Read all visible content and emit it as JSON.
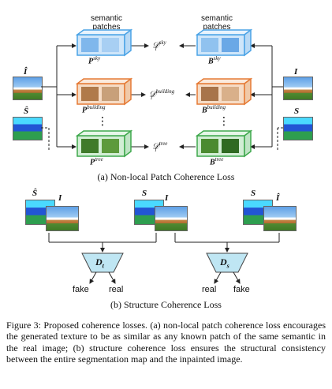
{
  "top": {
    "semantic_patches_left": "semantic\npatches",
    "semantic_patches_right": "semantic\npatches",
    "left_inputs": [
      "Î",
      "Ŝ"
    ],
    "right_inputs": [
      "I",
      "S"
    ],
    "rows": [
      {
        "p_base": "P",
        "p_sup": "sky",
        "d_base": "𝒟",
        "d_sup": "sky",
        "d_sub": "l",
        "b_base": "B",
        "b_sup": "sky",
        "color": "#4aa3e6"
      },
      {
        "p_base": "P",
        "p_sup": "building",
        "d_base": "𝒟",
        "d_sup": "building",
        "d_sub": "l",
        "b_base": "B",
        "b_sup": "building",
        "color": "#e57a35"
      },
      {
        "p_base": "P",
        "p_sup": "tree",
        "d_base": "𝒟",
        "d_sup": "tree",
        "d_sub": "l",
        "b_base": "B",
        "b_sup": "tree",
        "color": "#3fa84d"
      }
    ],
    "caption": "(a) Non-local Patch Coherence Loss"
  },
  "bottom": {
    "pairs": [
      {
        "a": "Ŝ",
        "b": "I"
      },
      {
        "a": "S",
        "b": "I"
      },
      {
        "a": "S",
        "b": "Î"
      }
    ],
    "d_left": {
      "base": "D",
      "sub": "t"
    },
    "d_right": {
      "base": "D",
      "sub": "s"
    },
    "left_outputs": [
      "fake",
      "real"
    ],
    "right_outputs": [
      "real",
      "fake"
    ],
    "caption": "(b) Structure Coherence Loss"
  },
  "figure_caption": "Figure 3: Proposed coherence losses. (a) non-local patch coherence loss encourages the generated texture to be as similar as any known patch of the same semantic in the real image; (b) structure coherence loss ensures the structural consistency between the entire segmentation map and the inpainted image."
}
